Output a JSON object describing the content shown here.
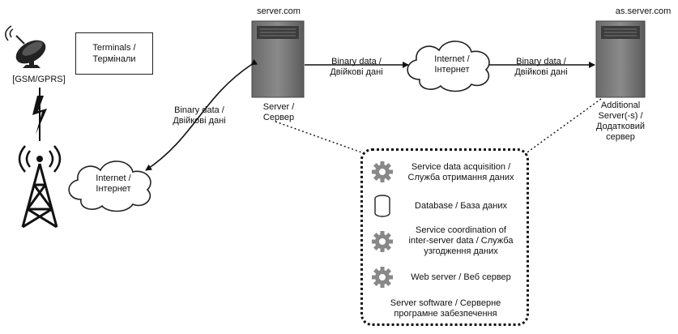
{
  "terminals": {
    "label": "Terminals /\nТермінали"
  },
  "gsm": {
    "label": "[GSM/GPRS]"
  },
  "internet_left": {
    "label": "Internet /\nІнтернет"
  },
  "internet_right": {
    "label": "Internet /\nІнтернет"
  },
  "server": {
    "host": "server.com",
    "label": "Server /\nСервер"
  },
  "additional_server": {
    "host": "as.server.com",
    "label": "Additional\nServer(-s) /\nДодатковий\nсервер"
  },
  "edges": {
    "server_to_internet_left": "Binary data /\nДвійкові дані",
    "server_to_internet_right": "Binary data /\nДвійкові дані",
    "internet_right_to_additional": "Binary data /\nДвійкові дані"
  },
  "server_software": {
    "items": [
      {
        "icon": "gear-icon",
        "label": "Service data acquisition /\nСлужба отримання даних"
      },
      {
        "icon": "database-icon",
        "label": "Database / База даних"
      },
      {
        "icon": "gear-icon",
        "label": "Service coordination of\ninter-server data / Служба\nузгодження даних"
      },
      {
        "icon": "gear-icon",
        "label": "Web server / Веб сервер"
      }
    ],
    "caption": "Server software / Серверне\nпрограмне забезпечення"
  }
}
